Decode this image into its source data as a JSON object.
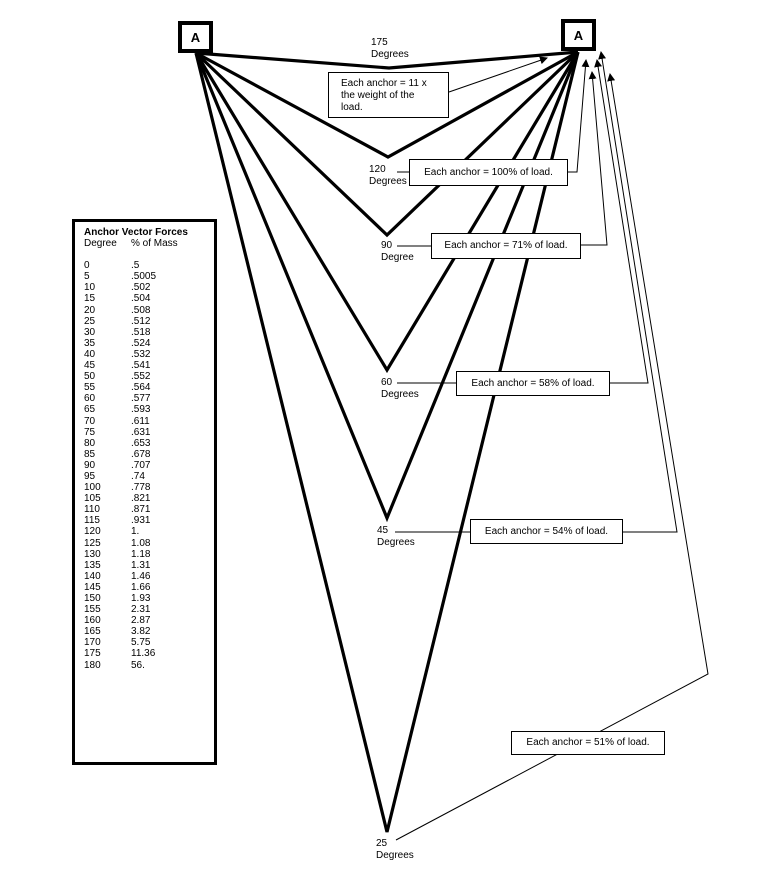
{
  "anchors": {
    "left": {
      "label": "A"
    },
    "right": {
      "label": "A"
    }
  },
  "vertices": [
    {
      "angle": "175",
      "unit": "Degrees"
    },
    {
      "angle": "120",
      "unit": "Degrees"
    },
    {
      "angle": "90",
      "unit": "Degree"
    },
    {
      "angle": "60",
      "unit": "Degrees"
    },
    {
      "angle": "45",
      "unit": "Degrees"
    },
    {
      "angle": "25",
      "unit": "Degrees"
    }
  ],
  "callouts": [
    {
      "text": "Each anchor = 11 x\nthe weight of the\nload."
    },
    {
      "text": "Each anchor = 100% of load."
    },
    {
      "text": "Each anchor = 71% of load."
    },
    {
      "text": "Each anchor = 58% of load."
    },
    {
      "text": "Each anchor = 54% of load."
    },
    {
      "text": "Each anchor = 51% of load."
    }
  ],
  "table": {
    "title": "Anchor Vector Forces",
    "columns": [
      "Degree",
      "% of Mass"
    ],
    "rows": [
      [
        "0",
        ".5"
      ],
      [
        "5",
        ".5005"
      ],
      [
        "10",
        ".502"
      ],
      [
        "15",
        ".504"
      ],
      [
        "20",
        ".508"
      ],
      [
        "25",
        ".512"
      ],
      [
        "30",
        ".518"
      ],
      [
        "35",
        ".524"
      ],
      [
        "40",
        ".532"
      ],
      [
        "45",
        ".541"
      ],
      [
        "50",
        ".552"
      ],
      [
        "55",
        ".564"
      ],
      [
        "60",
        ".577"
      ],
      [
        "65",
        ".593"
      ],
      [
        "70",
        ".611"
      ],
      [
        "75",
        ".631"
      ],
      [
        "80",
        ".653"
      ],
      [
        "85",
        ".678"
      ],
      [
        "90",
        ".707"
      ],
      [
        "95",
        ".74"
      ],
      [
        "100",
        ".778"
      ],
      [
        "105",
        ".821"
      ],
      [
        "110",
        ".871"
      ],
      [
        "115",
        ".931"
      ],
      [
        "120",
        "1."
      ],
      [
        "125",
        "1.08"
      ],
      [
        "130",
        "1.18"
      ],
      [
        "135",
        "1.31"
      ],
      [
        "140",
        "1.46"
      ],
      [
        "145",
        "1.66"
      ],
      [
        "150",
        "1.93"
      ],
      [
        "155",
        "2.31"
      ],
      [
        "160",
        "2.87"
      ],
      [
        "165",
        "3.82"
      ],
      [
        "170",
        "5.75"
      ],
      [
        "175",
        "11.36"
      ],
      [
        "180",
        "56."
      ]
    ]
  }
}
